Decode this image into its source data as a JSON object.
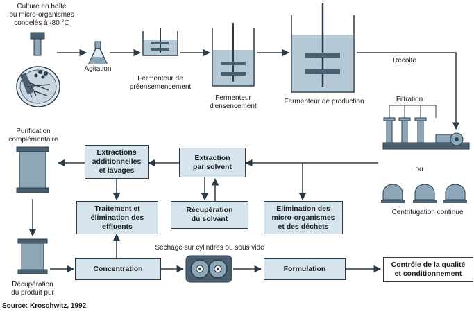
{
  "diagram": {
    "labels": {
      "stock_culture": "Culture en boîte\nou micro-organismes\ncongelés à -80 °C",
      "agitation": "Agitation",
      "seed_fermenter": "Fermenteur de\npréensemencement",
      "inoculum_fermenter": "Fermenteur\nd'ensencement",
      "production_fermenter": "Fermenteur de production",
      "harvest": "Récolte",
      "filtration": "Filtration",
      "or": "ou",
      "continuous_centrifugation": "Centrifugation continue",
      "further_purification": "Purification\ncomplémentaire",
      "product_recovery": "Récupération\ndu produit pur",
      "drying": "Séchage sur cylindres ou sous vide"
    },
    "boxes": {
      "extractions_washes": "Extractions\nadditionnelles\net lavages",
      "solvent_extraction": "Extraction\npar solvent",
      "effluent_treatment": "Traitement et\nélimination des\neffluents",
      "solvent_recovery": "Récupération\ndu solvant",
      "waste_removal": "Elimination des\nmicro-organismes\net des déchets",
      "concentration": "Concentration",
      "formulation": "Formulation",
      "quality_control": "Contrôle de la qualité\net conditionnement"
    },
    "source": "Source: Kroschwitz, 1992."
  },
  "colors": {
    "equipment_fill": "#8da6b8",
    "equipment_dark": "#4a6070",
    "liquid": "#b4c8d6",
    "box_fill": "#d6e4ee",
    "line": "#2c3b47"
  }
}
